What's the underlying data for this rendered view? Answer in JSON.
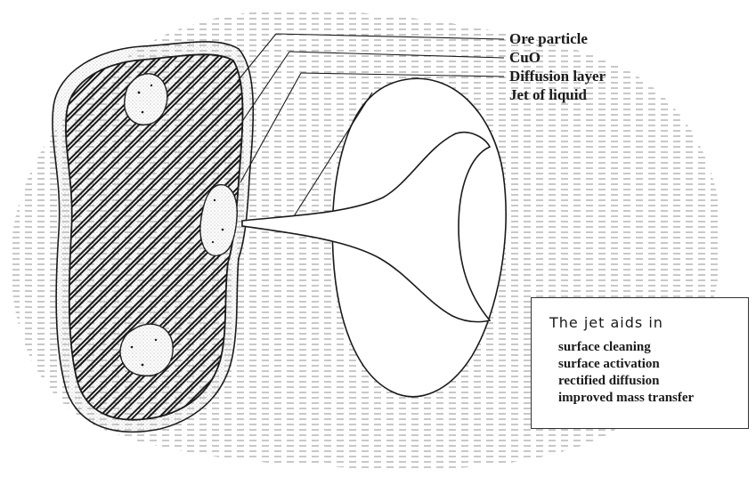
{
  "labels": {
    "ore_particle": "Ore particle",
    "cuo": "CuO",
    "diffusion_layer": "Diffusion layer",
    "jet_of_liquid": "Jet of liquid"
  },
  "info_box": {
    "heading": "The jet aids in",
    "items": [
      "surface cleaning",
      "surface activation",
      "rectified diffusion",
      "improved mass transfer"
    ]
  },
  "colors": {
    "ink": "#1a1a1a",
    "stipple": "#8a8a8a",
    "dash": "#9a9a9a",
    "background": "#ffffff"
  }
}
